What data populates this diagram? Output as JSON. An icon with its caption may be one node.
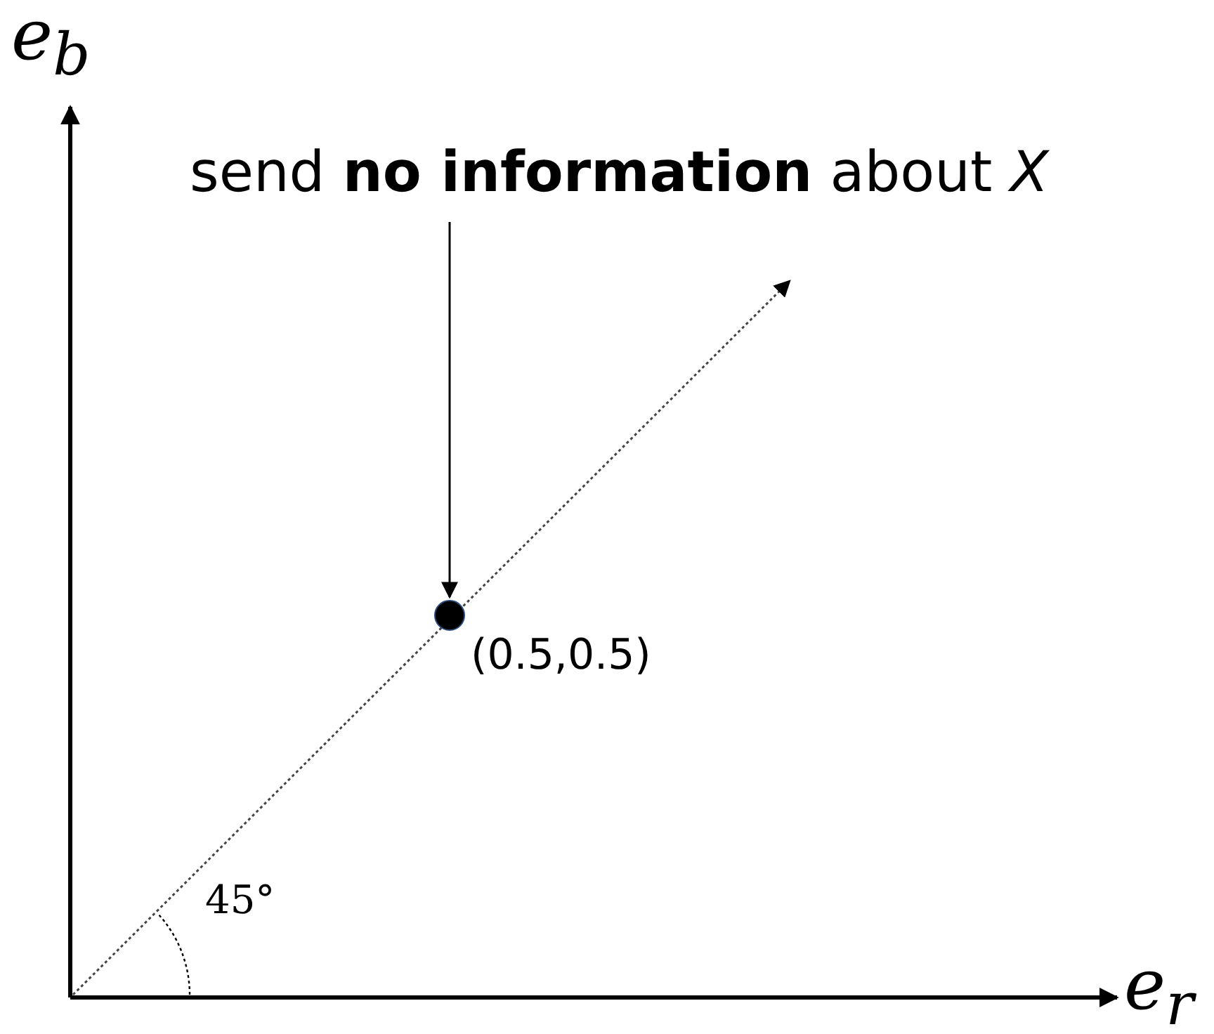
{
  "diagram": {
    "nodes": [
      {
        "text": [
          "send **no information** about *X*"
        ]
      },
      {
        "text": [],
        "shape": "circle",
        "beside": [
          "(0.5,0.5)"
        ]
      }
    ],
    "edges": [
      {
        "from": 0,
        "to": 1,
        "arrow": "to"
      }
    ],
    "labels": [
      "e$_{b}$",
      "e$_{r}$",
      "45°"
    ]
  }
}
